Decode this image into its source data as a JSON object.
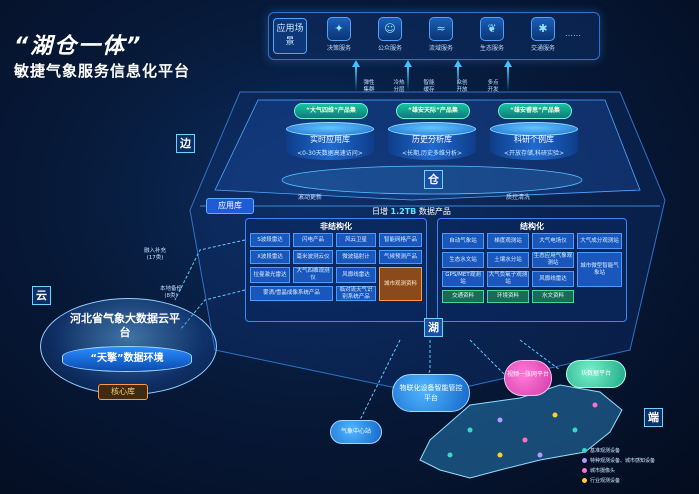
{
  "title": {
    "quote_line": "“湖仓一体”",
    "subtitle": "敏捷气象服务信息化平台"
  },
  "scene": {
    "label": "应用场景",
    "items": [
      {
        "label": "决策服务",
        "icon": "decision-icon",
        "glyph": "✦"
      },
      {
        "label": "公众服务",
        "icon": "public-icon",
        "glyph": "☺"
      },
      {
        "label": "流域服务",
        "icon": "basin-icon",
        "glyph": "≈"
      },
      {
        "label": "生态服务",
        "icon": "eco-icon",
        "glyph": "❦"
      },
      {
        "label": "交通服务",
        "icon": "traffic-icon",
        "glyph": "✱"
      }
    ],
    "more": "……"
  },
  "arrow_tags": [
    {
      "line1": "弹性",
      "line2": "集群"
    },
    {
      "line1": "冷热",
      "line2": "分层"
    },
    {
      "line1": "智能",
      "line2": "缓存"
    },
    {
      "line1": "众创",
      "line2": "开放"
    },
    {
      "line1": "多点",
      "line2": "开发"
    }
  ],
  "edge": {
    "badge": "边",
    "product_sets": [
      "“大气四维”产品集",
      "“雄安天际”产品集",
      "“雄安睿思”产品集"
    ],
    "databases": [
      {
        "name": "实时应用库",
        "desc": "<0-30天数据高速访问>"
      },
      {
        "name": "历史分析库",
        "desc": "<长期,历史多维分析>"
      },
      {
        "name": "科研个例库",
        "desc": "<开放存储,科研实验>"
      }
    ]
  },
  "warehouse_badge": "仓",
  "app_lib": "应用库",
  "flow_left": "滚动更新",
  "flow_right": "质控清洗",
  "daily": {
    "prefix": "日增 ",
    "value": "1.2TB",
    "suffix": " 数据产品"
  },
  "lake": {
    "badge": "湖",
    "unstructured": {
      "title": "非结构化",
      "cells": [
        [
          "S波段雷达",
          "闪电产品",
          "风云卫星",
          "智能网格产品"
        ],
        [
          "X波段雷达",
          "毫米波测云仪",
          "微波辐射计",
          "气候预测产品"
        ],
        [
          "拉曼激光雷达",
          "大气四维观测仪",
          "风廓线雷达",
          ""
        ],
        [
          "雾滴/雪晶成像系统产品",
          "",
          "临对流天气识别系统产品",
          ""
        ]
      ],
      "highlight": "城市观测资料"
    },
    "structured": {
      "title": "结构化",
      "cells": [
        [
          "自动气象站",
          "梯度观测站",
          "大气电场仪",
          "大气成分观测站"
        ],
        [
          "生态水文站",
          "土壤水分站",
          "生态应用气象观测站",
          "城市微型智能气象站"
        ],
        [
          "GPS/MET观测站",
          "大气负氧子观测站",
          "风廓线雷达",
          ""
        ]
      ],
      "green_row": [
        "交通资料",
        "环境资料",
        "水文资料"
      ]
    }
  },
  "cloud_side": {
    "badge": "云",
    "supplement": {
      "line1": "融入补充",
      "line2": "(17类)"
    },
    "backup": {
      "line1": "本地备份",
      "line2": "(8类)"
    },
    "platform_name": "河北省气象大数据云平台",
    "env_name": "“天擎”数据环境",
    "core": "核心库"
  },
  "end_side": {
    "badge": "端",
    "nodes": [
      "视频一张网平台",
      "块数据平台",
      "物联化设备智能管控平台",
      "气象中心站"
    ]
  },
  "legend": [
    {
      "label": "基准观测设备",
      "color": "#3ad6c8"
    },
    {
      "label": "特种观测设备、城市感知设备",
      "color": "#b39cff"
    },
    {
      "label": "城市摄像头",
      "color": "#ff6ec7"
    },
    {
      "label": "行业观测设备",
      "color": "#ffcc33"
    }
  ]
}
